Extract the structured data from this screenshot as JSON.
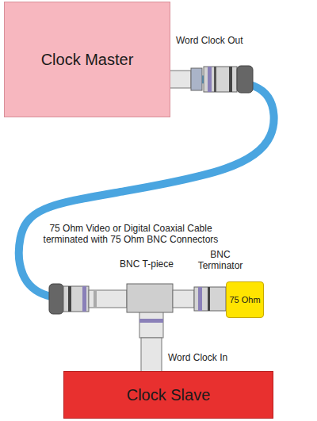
{
  "diagram": {
    "nodes": [
      {
        "text": [
          "Clock Master"
        ]
      },
      {
        "text": [
          "75 Ohm"
        ]
      },
      {
        "text": [
          "Clock Slave"
        ]
      }
    ],
    "edges": [
      {
        "from": 0,
        "to": 2,
        "arrow": "none"
      }
    ],
    "labels": [
      "Word Clock Out",
      "75 Ohm Video or Digital Coaxial Cable terminated with 75 Ohm BNC Connectors",
      "BNC T-piece",
      "BNC Terminator",
      "Word Clock In"
    ]
  }
}
